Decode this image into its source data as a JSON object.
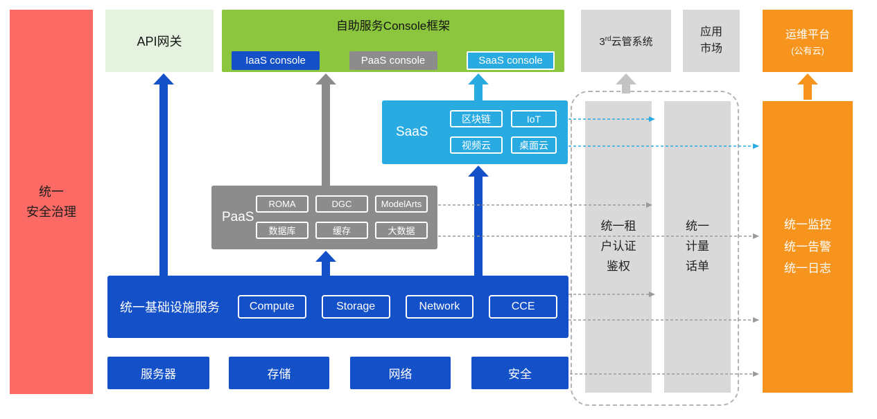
{
  "palette": {
    "red": "#fb6a64",
    "api_green": "#e4f2df",
    "console_green": "#8cc63e",
    "blue": "#1450c8",
    "gray": "#8c8c8c",
    "light_gray": "#d9d9d9",
    "cyan": "#29abe2",
    "orange": "#f7941e"
  },
  "security_bar": {
    "label": "统一\n安全治理"
  },
  "api_gateway": {
    "label": "API网关"
  },
  "console_frame": {
    "title": "自助服务Console框架",
    "consoles": [
      {
        "label": "IaaS console"
      },
      {
        "label": "PaaS console"
      },
      {
        "label": "SaaS console"
      }
    ]
  },
  "third_cloud": {
    "prefix": "3",
    "sup": "rd",
    "suffix": "云管系统"
  },
  "app_market": {
    "label": "应用\n市场"
  },
  "om_platform": {
    "line1": "运维平台",
    "line2": "(公有云)"
  },
  "saas": {
    "label": "SaaS",
    "items": [
      "区块链",
      "IoT",
      "视频云",
      "桌面云"
    ]
  },
  "paas": {
    "label": "PaaS",
    "items": [
      "ROMA",
      "DGC",
      "ModelArts",
      "数据库",
      "缓存",
      "大数据"
    ]
  },
  "infrastructure": {
    "label": "统一基础设施服务",
    "items": [
      "Compute",
      "Storage",
      "Network",
      "CCE"
    ]
  },
  "hardware": {
    "items": [
      "服务器",
      "存储",
      "网络",
      "安全"
    ]
  },
  "auth_bar": {
    "label": "统一租\n户认证\n鉴权"
  },
  "metering_bar": {
    "label": "统一\n计量\n话单"
  },
  "monitor_bar": {
    "label": "统一监控\n统一告警\n统一日志"
  }
}
